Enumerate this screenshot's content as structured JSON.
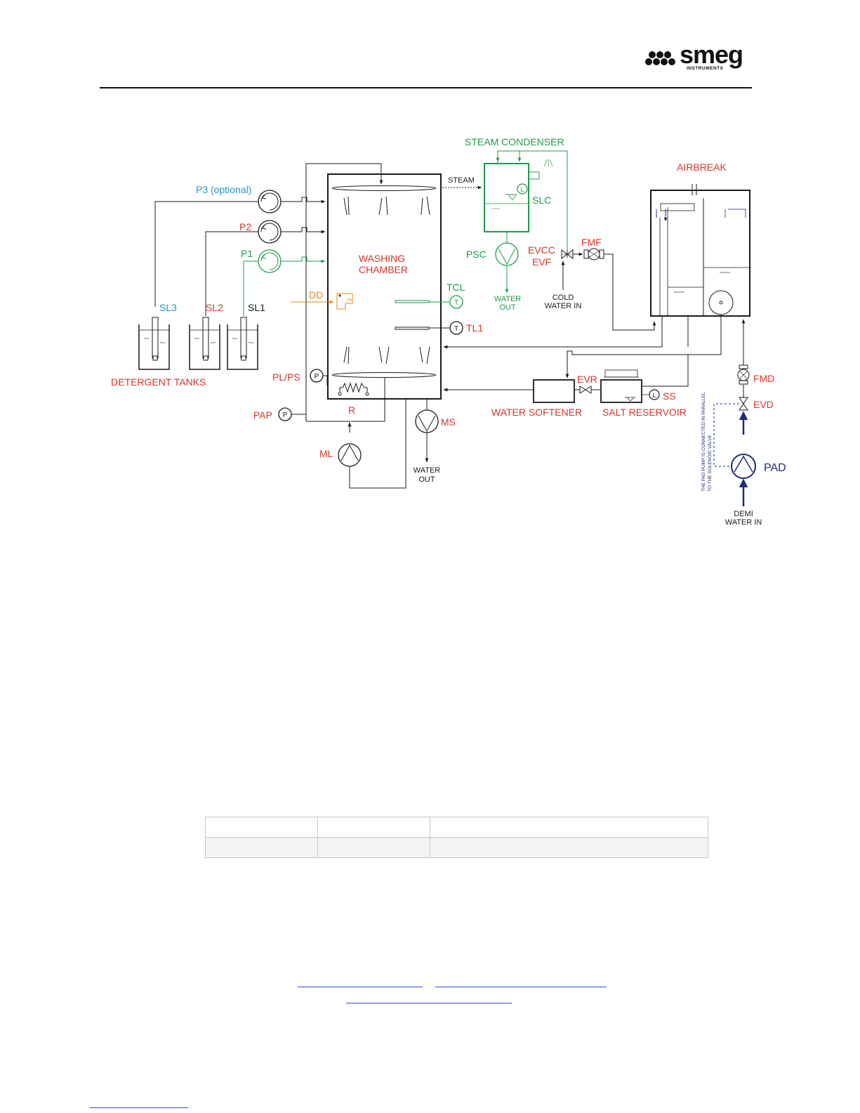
{
  "brand": {
    "name": "smeg",
    "sub": "INSTRUMENTS"
  },
  "labels": {
    "steam_condenser": "STEAM CONDENSER",
    "steam": "STEAM",
    "airbreak": "AIRBREAK",
    "p3": "P3 (optional)",
    "p2": "P2",
    "p1": "P1",
    "washing": "WASHING",
    "chamber": "CHAMBER",
    "slc": "SLC",
    "psc": "PSC",
    "evcc": "EVCC",
    "evf": "EVF",
    "fmf": "FMF",
    "water_out_1": "WATER",
    "water_out_2": "OUT",
    "cold_1": "COLD",
    "cold_2": "WATER IN",
    "dd": "DD",
    "tcl": "TCL",
    "tl1": "TL1",
    "sl3": "SL3",
    "sl2": "SL2",
    "sl1": "SL1",
    "detergent_tanks": "DETERGENT TANKS",
    "plps": "PL/PS",
    "pap": "PAP",
    "r": "R",
    "ml": "ML",
    "ms": "MS",
    "evr": "EVR",
    "ss": "SS",
    "water_softener": "WATER SOFTENER",
    "salt_reservoir": "SALT RESERVOIR",
    "fmd": "FMD",
    "evd": "EVD",
    "pad": "PAD",
    "demi_1": "DEMI",
    "demi_2": "WATER IN",
    "pad_note_1": "THE PAD PUMP IS CONNECTED IN PARALLEL",
    "pad_note_2": "TO THE SOLENOID VALVE",
    "pressure_symbol": "P",
    "temp_symbol": "T",
    "level_symbol": "L"
  },
  "colors": {
    "red": "#d7342a",
    "green": "#1f9a4a",
    "blue": "#2496c9",
    "orange": "#e08a1e",
    "navy": "#1c2a7a",
    "black": "#1a1a1a"
  }
}
